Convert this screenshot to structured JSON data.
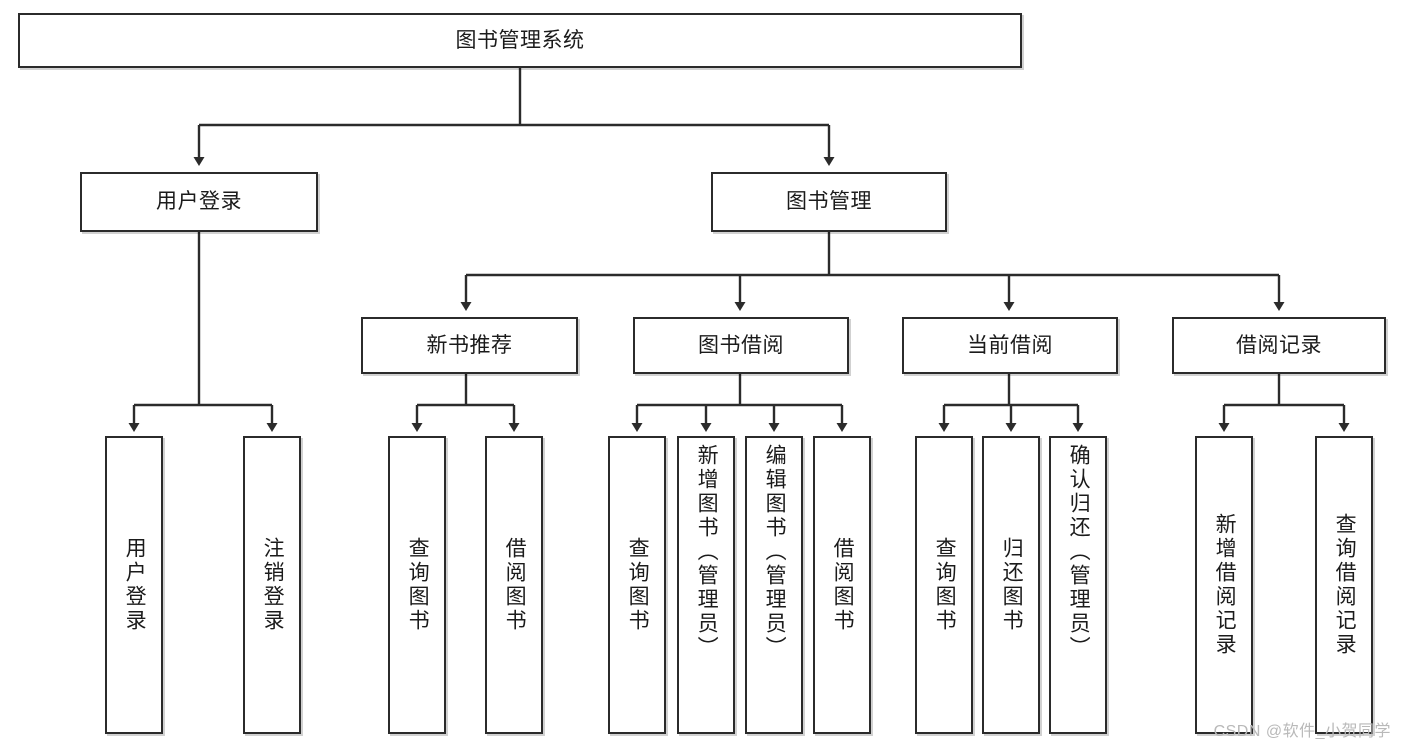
{
  "diagram": {
    "title": "图书管理系统",
    "watermark": "CSDN @软件_小贺同学",
    "colors": {
      "stroke": "#2b2b2b",
      "fill": "#ffffff",
      "text": "#1b1b1b",
      "watermark": "#b9b9b9"
    },
    "levels": {
      "root": {
        "label": "图书管理系统"
      },
      "level1": [
        {
          "label": "用户登录"
        },
        {
          "label": "图书管理"
        }
      ],
      "level2": [
        {
          "label": "新书推荐"
        },
        {
          "label": "图书借阅"
        },
        {
          "label": "当前借阅"
        },
        {
          "label": "借阅记录"
        }
      ],
      "leaves": {
        "user_login": [
          {
            "label": "用户登录"
          },
          {
            "label": "注销登录"
          }
        ],
        "new_book_recommend": [
          {
            "label": "查询图书"
          },
          {
            "label": "借阅图书"
          }
        ],
        "book_borrow": [
          {
            "label": "查询图书"
          },
          {
            "label": "新增图书（管理员）"
          },
          {
            "label": "编辑图书（管理员）"
          },
          {
            "label": "借阅图书"
          }
        ],
        "current_borrow": [
          {
            "label": "查询图书"
          },
          {
            "label": "归还图书"
          },
          {
            "label": "确认归还（管理员）"
          }
        ],
        "borrow_records": [
          {
            "label": "新增借阅记录"
          },
          {
            "label": "查询借阅记录"
          }
        ]
      }
    }
  }
}
